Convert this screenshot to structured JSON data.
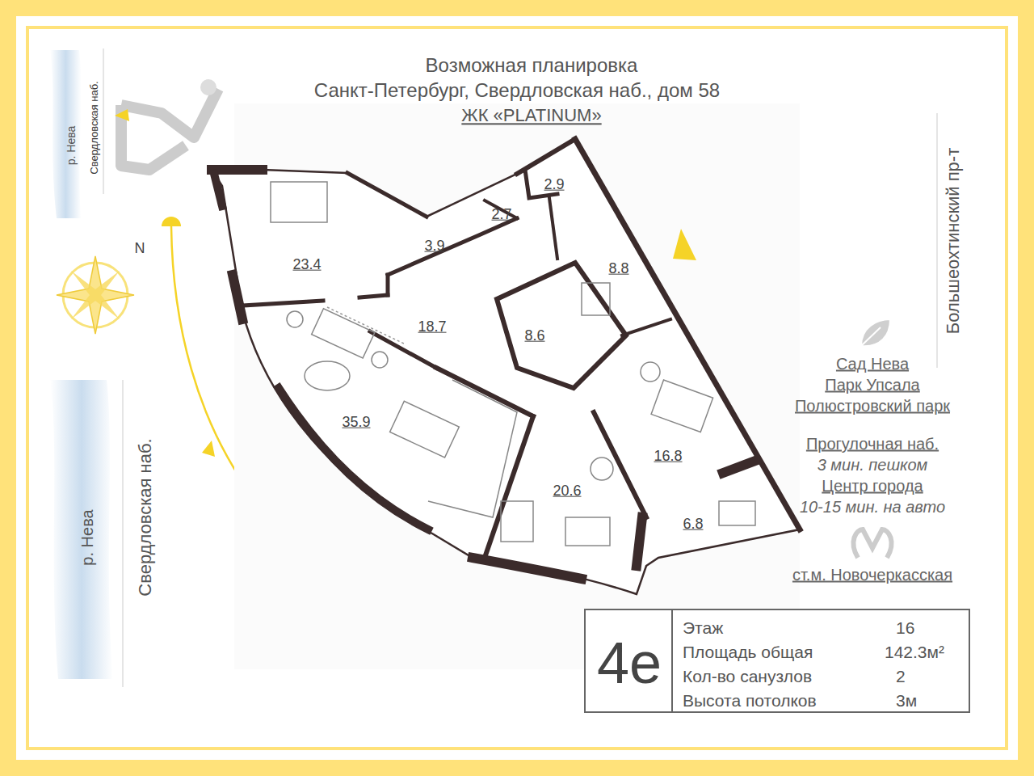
{
  "diagram": {
    "title": "Возможная планировка",
    "nodes": [
      {
        "text": [
          "4е",
          "Этаж",
          "16",
          "Площадь общая",
          "142.3м²",
          "Кол-во санузлов",
          "2",
          "Высота потолков",
          "3м"
        ]
      }
    ],
    "labels": [
      "Санкт-Петербург, Свердловская наб., дом 58",
      "ЖК «PLATINUM»",
      "р. Нева",
      "Свердловская наб.",
      "N",
      "23.4",
      "3.9",
      "2.7",
      "2.9",
      "8.8",
      "18.7",
      "8.6",
      "35.9",
      "20.6",
      "16.8",
      "6.8",
      "р. Нева",
      "Свердловская наб.",
      "Большеохтинский пр-т",
      "Сад Нева",
      "Парк Упсала",
      "Полюстровский парк",
      "Прогулочная наб.",
      "3 мин. пешком",
      "Центр города",
      "10-15 мин. на авто",
      "ст.м. Новочеркасская"
    ]
  }
}
